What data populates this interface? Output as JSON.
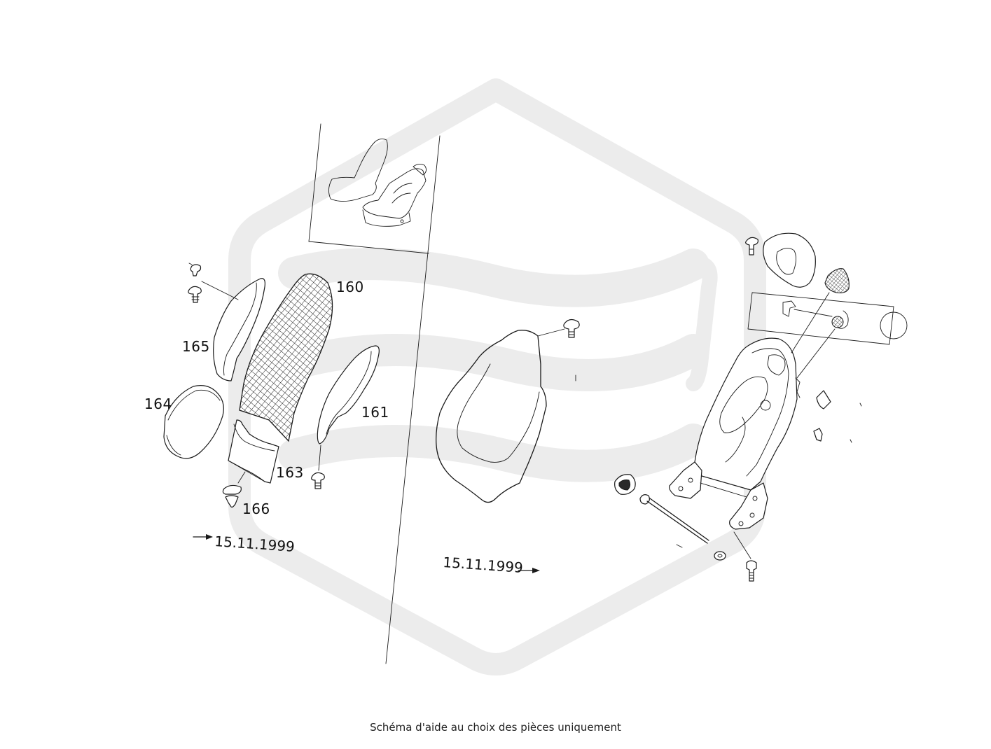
{
  "callouts": {
    "c160": "160",
    "c161": "161",
    "c163": "163",
    "c164": "164",
    "c165": "165",
    "c166": "166"
  },
  "dates": {
    "left": "15.11.1999",
    "right": "15.11.1999"
  },
  "caption": "Schéma d'aide au choix des pièces uniquement",
  "icons": {
    "watermark": "hexagon-wave-logo",
    "arrow": "right-arrow-icon"
  },
  "colors": {
    "ink": "#1a1a1a",
    "watermark": "#ececec"
  }
}
